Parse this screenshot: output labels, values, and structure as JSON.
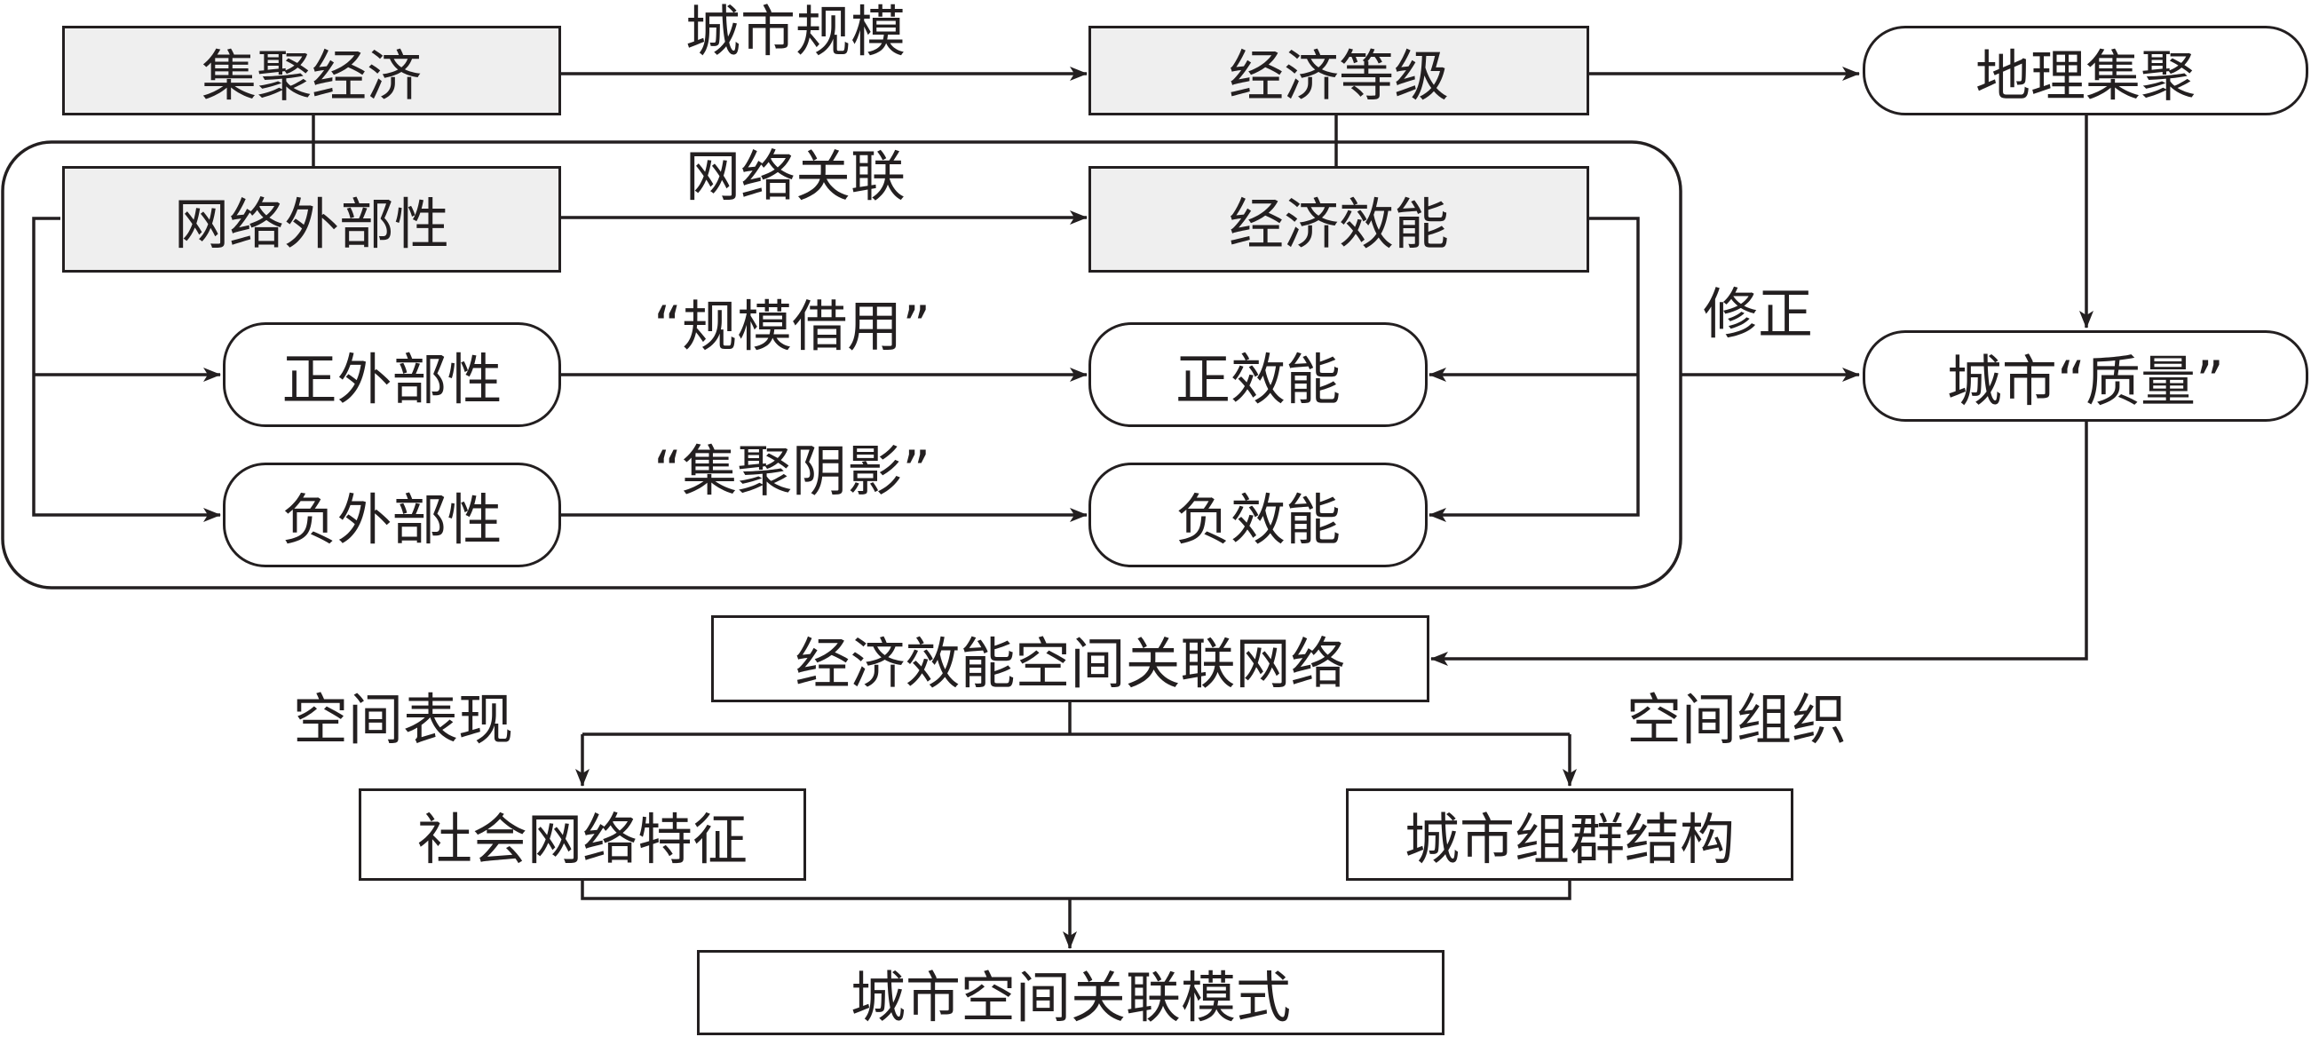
{
  "nodes": {
    "jijujingji": "集聚经济",
    "jingjidengji": "经济等级",
    "dilijiju": "地理集聚",
    "wangluowaibuxing": "网络外部性",
    "jingjixiaoneng": "经济效能",
    "zhengwaibuxing": "正外部性",
    "zhengxiaoneng": "正效能",
    "fuwaibuxing": "负外部性",
    "fuxiaoneng": "负效能",
    "chengshizhiliang": "城市“质量”",
    "kongjianguanlianwangluo": "经济效能空间关联网络",
    "shehuiwangluotezheng": "社会网络特征",
    "chengshizuqunjiegou": "城市组群结构",
    "chengshikongjianguanlianmoshi": "城市空间关联模式"
  },
  "edge_labels": {
    "chengshiguimo": "城市规模",
    "wangluoguanlian": "网络关联",
    "guimojieyong": "“规模借用”",
    "jijuyinying": "“集聚阴影”",
    "xiuzheng": "修正",
    "kongjianbiaoxian": "空间表现",
    "kongjianzuzhi": "空间组织"
  }
}
